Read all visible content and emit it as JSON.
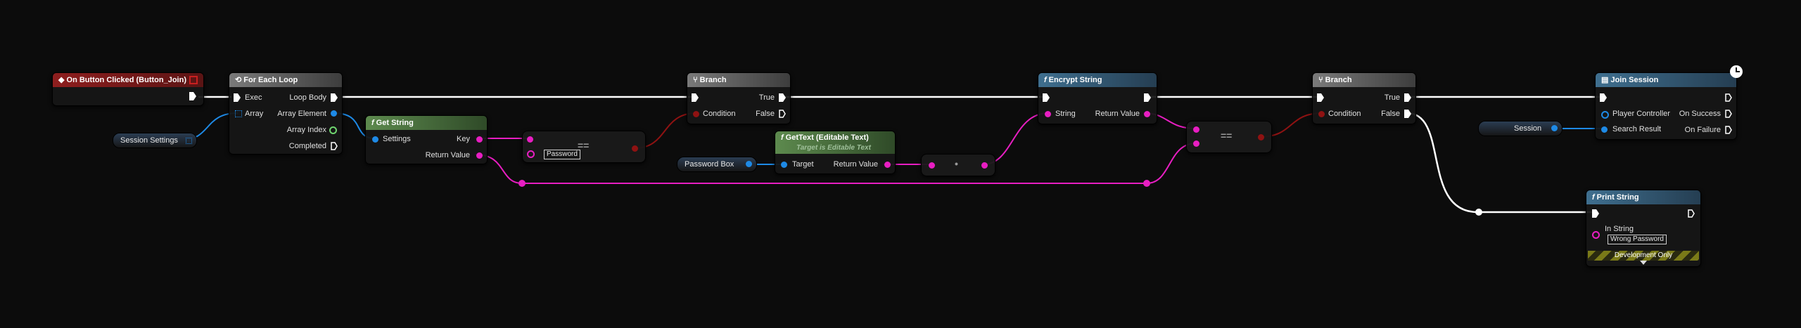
{
  "graph": {
    "on_button_clicked": {
      "title": "On Button Clicked (Button_Join)"
    },
    "for_each_loop": {
      "title": "For Each Loop",
      "exec": "Exec",
      "array": "Array",
      "loop_body": "Loop Body",
      "array_element": "Array Element",
      "array_index": "Array Index",
      "completed": "Completed"
    },
    "session_settings": {
      "label": "Session Settings"
    },
    "get_string": {
      "title": "Get String",
      "settings": "Settings",
      "key": "Key",
      "return_value": "Return Value"
    },
    "equal_1": {
      "symbol": "==",
      "literal": "Password"
    },
    "branch_1": {
      "title": "Branch",
      "condition": "Condition",
      "true": "True",
      "false": "False"
    },
    "password_box": {
      "label": "Password Box"
    },
    "get_text": {
      "title": "GetText (Editable Text)",
      "subtitle": "Target is Editable Text",
      "target": "Target",
      "return_value": "Return Value"
    },
    "conv_node": {
      "symbol": "•"
    },
    "encrypt_string": {
      "title": "Encrypt String",
      "string": "String",
      "return_value": "Return Value"
    },
    "equal_2": {
      "symbol": "=="
    },
    "branch_2": {
      "title": "Branch",
      "condition": "Condition",
      "true": "True",
      "false": "False"
    },
    "session_var": {
      "label": "Session"
    },
    "join_session": {
      "title": "Join Session",
      "player_controller": "Player Controller",
      "search_result": "Search Result",
      "on_success": "On Success",
      "on_failure": "On Failure"
    },
    "print_string": {
      "title": "Print String",
      "in_string": "In String",
      "literal": "Wrong Password",
      "dev_only": "Development Only"
    }
  },
  "colors": {
    "background": "#0c0c0c",
    "exec_wire": "#ffffff",
    "object_wire": "#1e8ae6",
    "string_wire": "#e81ec2",
    "bool_wire": "#8f1212"
  }
}
